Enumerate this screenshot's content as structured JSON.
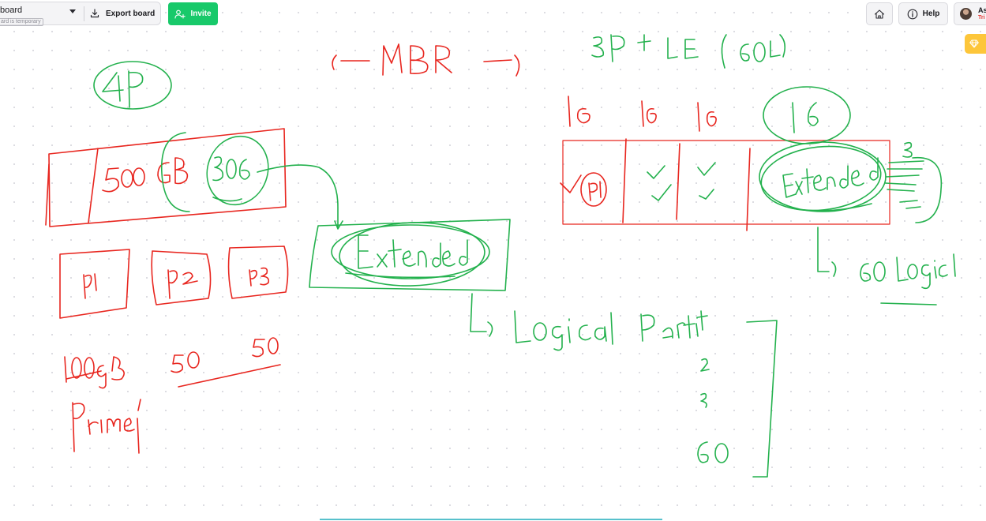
{
  "toolbar": {
    "board_name": "board",
    "board_note": "ard is temporary",
    "export_label": "Export board",
    "invite_label": "Invite",
    "icons": {
      "dropdown": "chevron-down-icon",
      "export": "download-icon",
      "invite": "add-user-icon"
    }
  },
  "top_right": {
    "home_icon": "home-icon",
    "help_label": "Help",
    "help_icon": "info-icon",
    "user_name": "As",
    "user_plan": "Tri",
    "upgrade_icon": "diamond-icon"
  },
  "colors": {
    "ink_red": "#e8261f",
    "ink_green": "#23b14d",
    "invite_green": "#18c96a",
    "upgrade_yellow": "#fdc63a",
    "plan_red": "#e53935",
    "bottom_bar": "#58c1cc"
  }
}
